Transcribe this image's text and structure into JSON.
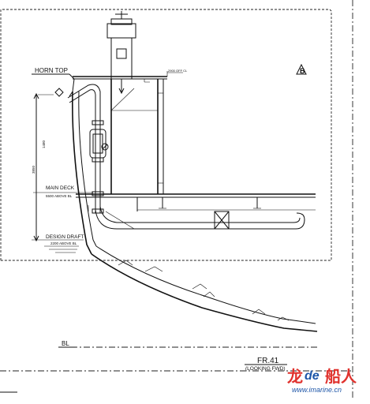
{
  "labels": {
    "horn_top": "HORN TOP",
    "main_deck": "MAIN DECK",
    "main_deck_sub": "5500 ABOVE BL",
    "design_draft": "DESIGN DRAFT",
    "design_draft_sub": "2200 ABOVE BL",
    "bl": "BL",
    "frame": "FR.41",
    "frame_sub": "(LOOKING FWD)",
    "note_top_right": "2900 OFF CL",
    "dim_1": "1480",
    "dim_2": "3850",
    "section_marker": "B"
  },
  "watermark": {
    "part1": "龙",
    "part2": "de",
    "part3": "船人",
    "url": "www.imarine.cn"
  },
  "colors": {
    "line": "#111111",
    "watermark_red": "#e0322d",
    "watermark_blue": "#1e56a8"
  }
}
